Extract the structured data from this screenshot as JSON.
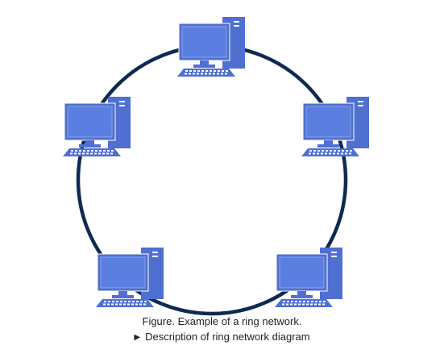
{
  "figure": {
    "caption": "Figure. Example of a ring network.",
    "description_toggle": {
      "icon": "triangle-right-icon",
      "label": "Description of ring network diagram"
    }
  },
  "diagram": {
    "topology": "ring",
    "node_icon": "desktop-computer-icon",
    "node_count": 5
  },
  "colors": {
    "ring": "#0f2a52",
    "computer_fill": "#4f6fd1",
    "computer_screen": "#5b7fe0",
    "computer_screen_frame": "#8aa3ec",
    "computer_detail": "#ffffff",
    "text": "#222222"
  }
}
